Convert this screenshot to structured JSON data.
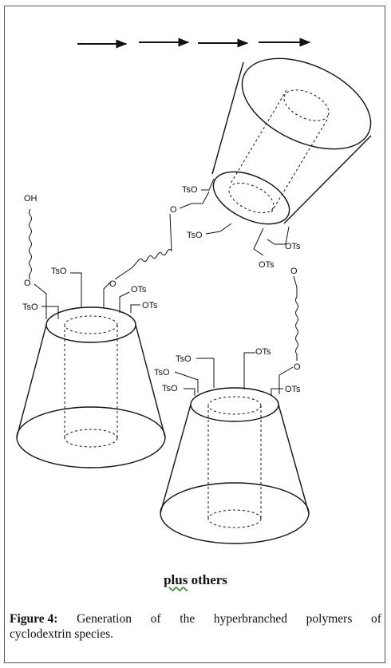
{
  "diagram": {
    "labels": {
      "left_oh": "OH",
      "left_o_top": "O",
      "left_tso_a": "TsO",
      "left_tso_b": "TsO",
      "left_o_link": "O",
      "left_ots_a": "OTs",
      "left_ots_b": "OTs",
      "top_tso_a": "TsO",
      "top_o_link": "O",
      "top_tso_b": "TsO",
      "top_ots_a": "OTs",
      "top_ots_b": "OTs",
      "mid_o_link_top": "O",
      "mid_o_link_bottom": "O",
      "right_tso_a": "TsO",
      "right_tso_b": "TsO",
      "right_tso_c": "TsO",
      "right_ots_a": "OTs",
      "right_ots_b": "OTs"
    }
  },
  "footer": {
    "plus_first": "plus",
    "plus_rest": " others",
    "caption_label": "Figure 4:",
    "caption_words": [
      "Generation",
      "of",
      "the",
      "hyperbranched",
      "polymers",
      "of"
    ],
    "caption_line2": "cyclodextrin species."
  }
}
